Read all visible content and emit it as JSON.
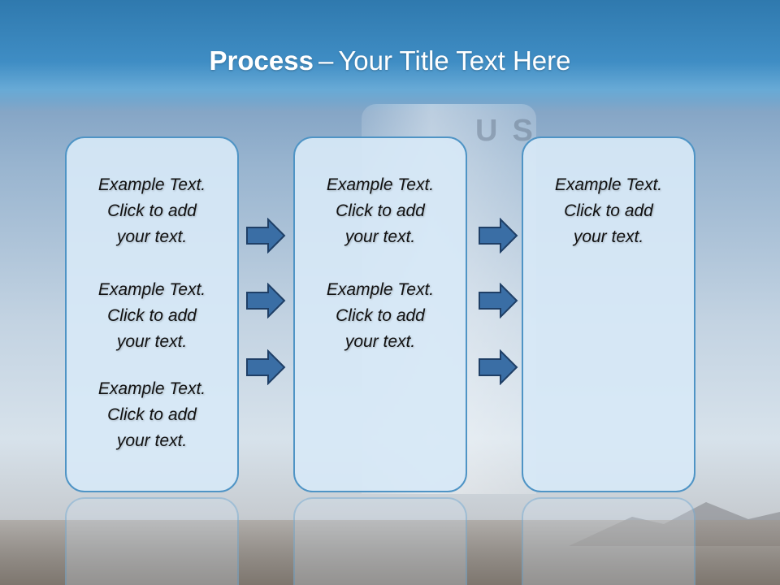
{
  "slide": {
    "title_bold": "Process",
    "title_separator": "–",
    "title_rest": "Your Title Text Here"
  },
  "background": {
    "sign_letters": "US"
  },
  "columns": [
    {
      "items": [
        {
          "line1": "Example Text.",
          "line2": "Click  to add",
          "line3": "your text."
        },
        {
          "line1": "Example Text.",
          "line2": "Click  to add",
          "line3": "your text."
        },
        {
          "line1": "Example Text.",
          "line2": "Click  to add",
          "line3": "your text."
        }
      ]
    },
    {
      "items": [
        {
          "line1": "Example Text.",
          "line2": "Click  to add",
          "line3": "your text."
        },
        {
          "line1": "Example Text.",
          "line2": "Click  to add",
          "line3": "your text."
        }
      ]
    },
    {
      "items": [
        {
          "line1": "Example Text.",
          "line2": "Click  to add",
          "line3": "your text."
        }
      ]
    }
  ],
  "colors": {
    "arrow_fill": "#3a6ea5",
    "arrow_stroke": "#1f3f66",
    "box_border": "#4f94c5",
    "title_band": "#3f8dc4"
  },
  "icons": {
    "arrow": "right-arrow-icon"
  }
}
